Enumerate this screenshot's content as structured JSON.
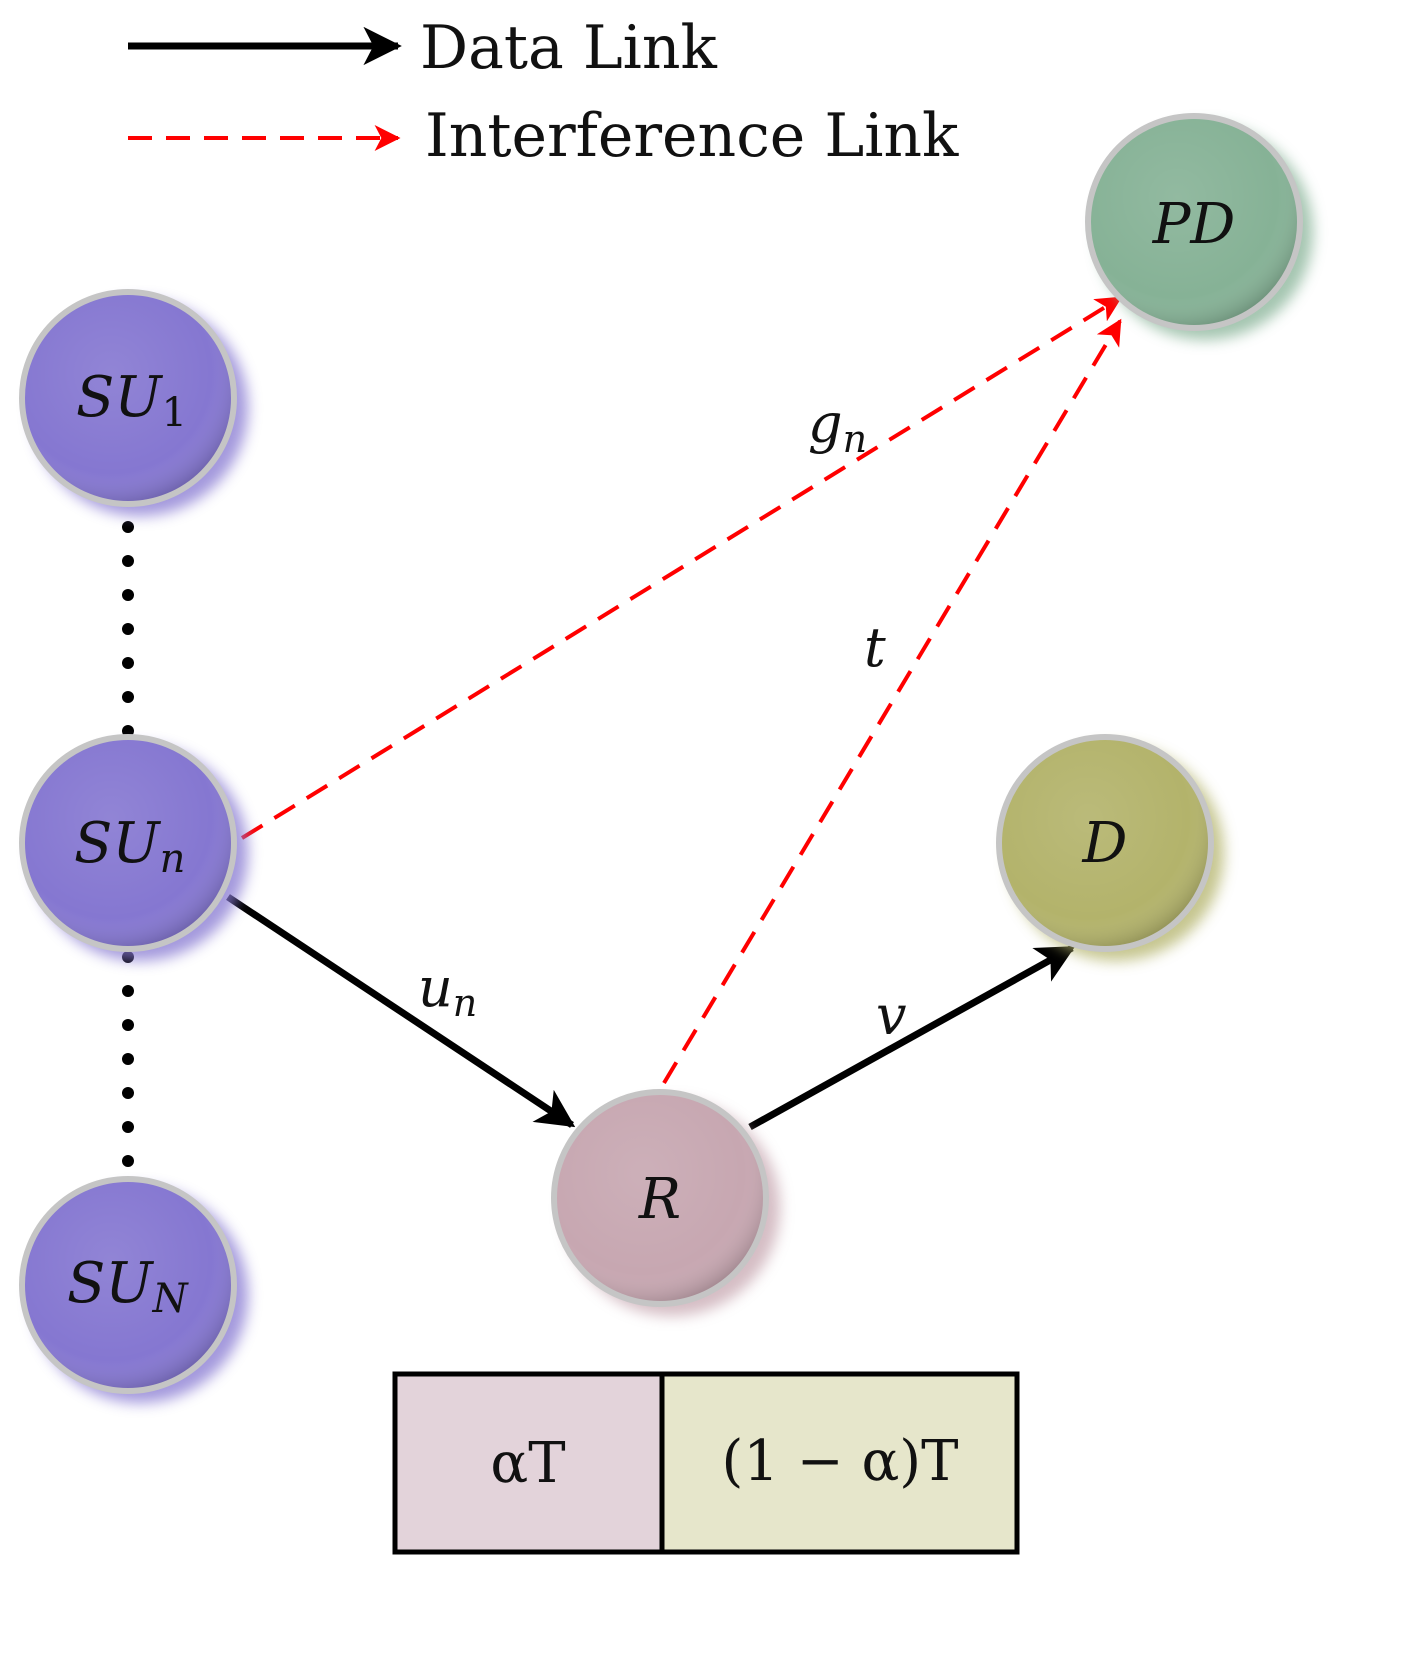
{
  "legend": {
    "data_link": "Data Link",
    "interference_link": "Interference Link"
  },
  "nodes": {
    "su1": {
      "base": "SU",
      "sub": "1",
      "color": "#8577d1"
    },
    "sun": {
      "base": "SU",
      "sub": "n",
      "color": "#8577d1"
    },
    "suN": {
      "base": "SU",
      "sub": "N",
      "color": "#8577d1"
    },
    "pd": {
      "label": "PD",
      "color": "#86b296"
    },
    "d": {
      "label": "D",
      "color": "#b3b36b"
    },
    "r": {
      "label": "R",
      "color": "#c7a7b1"
    }
  },
  "edges": {
    "un": {
      "base": "u",
      "sub": "n",
      "kind": "data"
    },
    "v": {
      "label": "v",
      "kind": "data"
    },
    "gn": {
      "base": "g",
      "sub": "n",
      "kind": "interference"
    },
    "t": {
      "label": "t",
      "kind": "interference"
    }
  },
  "frame": {
    "slot1": "αT",
    "slot2": "(1 − α)T",
    "slot1_color": "#e3d3da",
    "slot2_color": "#e6e6cb"
  },
  "colors": {
    "data_link": "#000000",
    "interference_link": "#ff0000"
  }
}
